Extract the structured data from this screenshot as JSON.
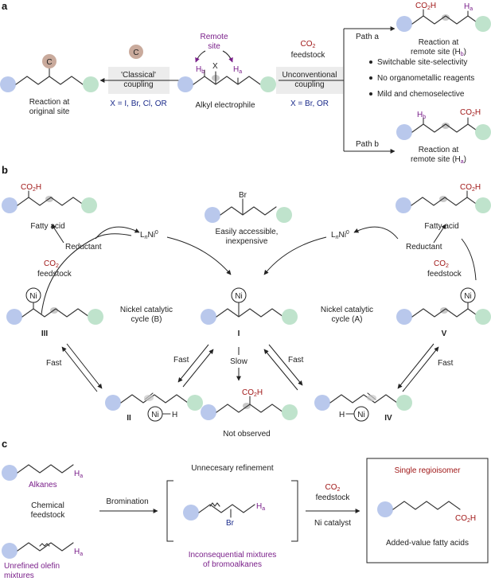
{
  "colors": {
    "blue_circle": "#b9c8ec",
    "green_circle": "#bfe3cc",
    "gray_dot": "#c8c8c8",
    "brown_circle": "#c9aa9c",
    "co2h_red": "#a01818",
    "site_purple": "#7a1f8a",
    "halide_blue": "#1a2a8a"
  },
  "panel_a": {
    "label": "a",
    "remote_site": "Remote site",
    "hb": "H",
    "hb_sub": "b",
    "x": "X",
    "ha": "H",
    "ha_sub": "a",
    "alkyl": "Alkyl electrophile",
    "classical": "'Classical' coupling",
    "classical_x": "X = I, Br, Cl, OR",
    "c_label": "C",
    "original": "Reaction at original site",
    "co2_top": "CO",
    "co2_sub": "2",
    "feedstock": "feedstock",
    "unconv": "Unconventional coupling",
    "unconv_x": "X = Br, OR",
    "path_a": "Path a",
    "path_b": "Path b",
    "co2h": "CO",
    "co2h_sub": "2",
    "co2h_end": "H",
    "remote_hb": "Reaction at remote site (H",
    "remote_hb_end": ")",
    "remote_ha": "Reaction at remote site (H",
    "remote_ha_end": ")",
    "bullets": [
      "Switchable site-selectivity",
      "No organometallic reagents",
      "Mild and chemoselective"
    ]
  },
  "panel_b": {
    "label": "b",
    "fatty_acid": "Fatty acid",
    "reductant": "Reductant",
    "co2": "CO",
    "co2_sub": "2",
    "feedstock": "feedstock",
    "ln": "L",
    "ln_sub": "n",
    "ni0": "Ni",
    "ni0_sup": "0",
    "br": "Br",
    "accessible": "Easily accessible, inexpensive",
    "ni": "Ni",
    "h": "H",
    "cycle_b": "Nickel catalytic cycle (B)",
    "cycle_a": "Nickel catalytic cycle (A)",
    "fast": "Fast",
    "slow": "Slow",
    "not_observed": "Not observed",
    "labels": [
      "III",
      "I",
      "V",
      "II",
      "IV"
    ]
  },
  "panel_c": {
    "label": "c",
    "alkanes": "Alkanes",
    "chemical": "Chemical feedstock",
    "olefins": "Unrefined olefin mixtures",
    "bromination": "Bromination",
    "unnecessary": "Unnecesary refinement",
    "br": "Br",
    "mixtures": "Inconsequential mixtures of bromoalkanes",
    "co2": "CO",
    "co2_sub": "2",
    "feedstock": "feedstock",
    "ni_cat": "Ni catalyst",
    "single": "Single regioisomer",
    "added": "Added-value fatty acids",
    "co2h": "CO",
    "co2h_sub": "2",
    "co2h_end": "H",
    "ha": "H",
    "ha_sub": "a"
  }
}
